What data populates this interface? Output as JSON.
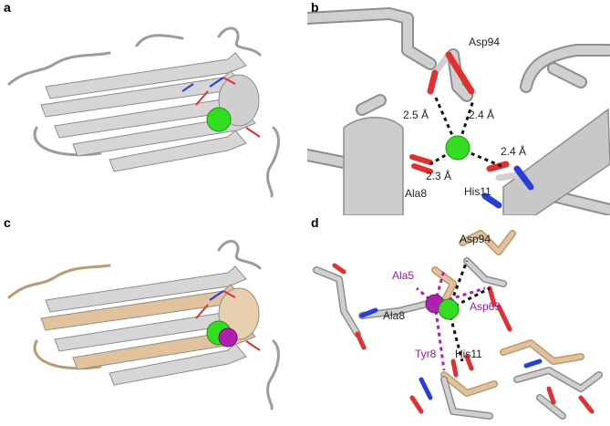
{
  "panels": {
    "a": {
      "letter": "a"
    },
    "b": {
      "letter": "b",
      "residues": {
        "asp94": "Asp94",
        "ala8": "Ala8",
        "his11": "His11"
      },
      "distances": {
        "d1": "2.5 Å",
        "d2": "2.4 Å",
        "d3": "2.4 Å",
        "d4": "2.3 Å"
      }
    },
    "c": {
      "letter": "c"
    },
    "d": {
      "letter": "d",
      "residues_black": {
        "asp94": "Asp94",
        "ala8": "Ala8",
        "his11": "His11"
      },
      "residues_purple": {
        "ala5": "Ala5",
        "asp69": "Asp69",
        "tyr8": "Tyr8"
      }
    }
  },
  "colors": {
    "protein_gray": "#c8c8c8",
    "protein_tan": "#e2c29a",
    "calcium_green": "#33dd22",
    "ion_magenta": "#b020b0",
    "oxygen_red": "#e03030",
    "nitrogen_blue": "#2a3fd8",
    "purple_label": "#9b1b9b"
  }
}
